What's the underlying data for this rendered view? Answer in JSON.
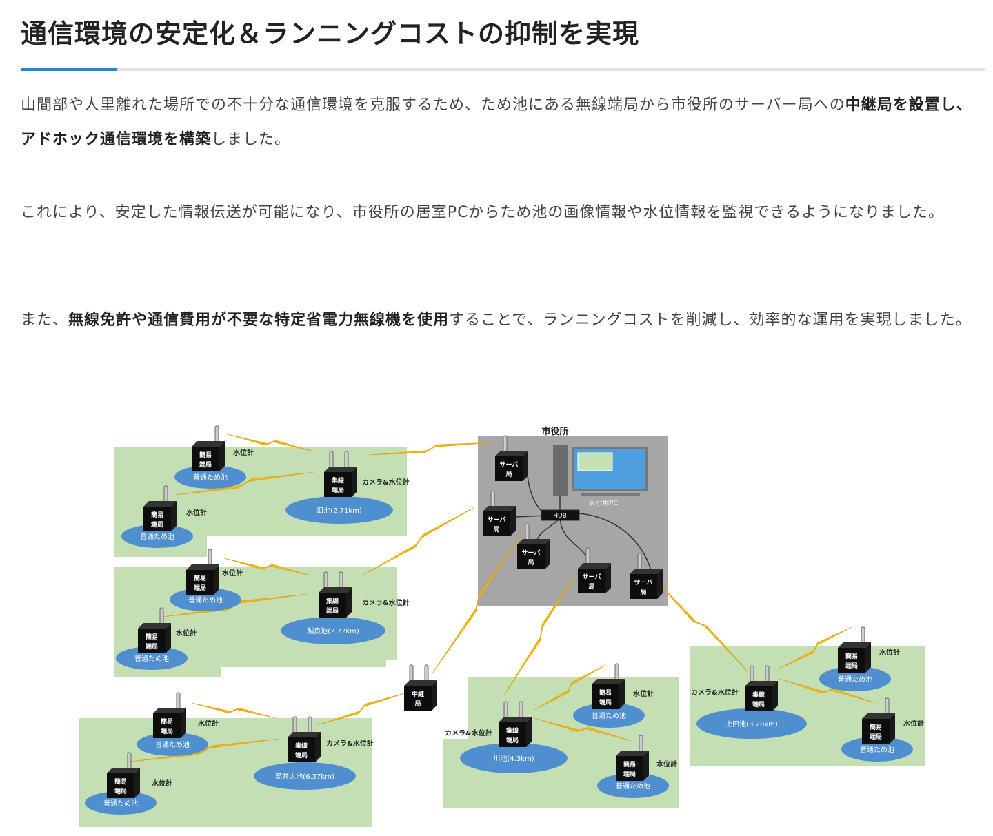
{
  "heading": "通信環境の安定化＆ランニングコストの抑制を実現",
  "colors": {
    "accent": "#1e88d6",
    "rule": "#e2e2e2",
    "field": "#c5dfb4",
    "pond": "#4f8fd0",
    "city_hall": "#a6a6a6",
    "bolt": "#f5b800"
  },
  "paragraphs": [
    {
      "pre": "山間部や人里離れた場所での不十分な通信環境を克服するため、ため池にある無線端局から市役所のサーバー局への",
      "bold": "中継局を設置し、アドホック通信環境を構築",
      "post": "しました。"
    },
    {
      "pre": "これにより、安定した情報伝送が可能になり、市役所の居室PCからため池の画像情報や水位情報を監視できるようになりました。",
      "bold": "",
      "post": ""
    },
    {
      "pre": "また、",
      "bold": "無線免許や通信費用が不要な特定省電力無線機を使用",
      "post": "することで、ランニングコストを削減し、効率的な運用を実現しました。"
    }
  ],
  "diagram": {
    "city_hall": {
      "label": "市役所",
      "pc_label": "表示用PC",
      "hub_label": "HUB",
      "server_label_line1": "サーバ",
      "server_label_line2": "局"
    },
    "relay": {
      "label_line1": "中継",
      "label_line2": "局"
    },
    "simple_station": {
      "line1": "簡易",
      "line2": "端局"
    },
    "hub_station": {
      "line1": "集線",
      "line2": "端局"
    },
    "sensor_water": "水位計",
    "sensor_camera_water": "カメラ&水位計",
    "small_pond": "普通ため池",
    "main_ponds": [
      "皿池(2.71km)",
      "越良池(2.72km)",
      "筒井大池(6.37km)",
      "川池(4.3km)",
      "上田池(3.28km)"
    ]
  }
}
